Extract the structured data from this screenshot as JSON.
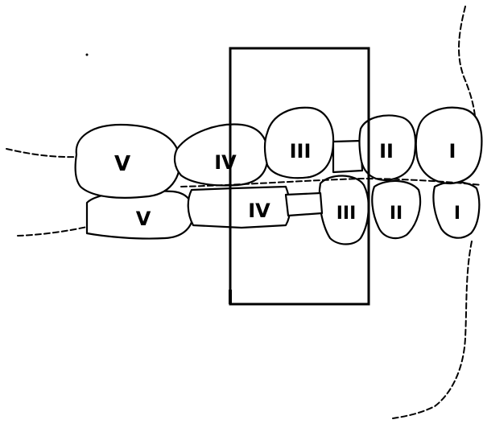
{
  "upper_teeth": [
    {
      "label": "V"
    },
    {
      "label": "IV"
    },
    {
      "label": "III"
    },
    {
      "label": "II"
    },
    {
      "label": "I"
    }
  ],
  "lower_teeth": [
    {
      "label": "V"
    },
    {
      "label": "IV"
    },
    {
      "label": "III"
    },
    {
      "label": "II"
    },
    {
      "label": "I"
    }
  ]
}
